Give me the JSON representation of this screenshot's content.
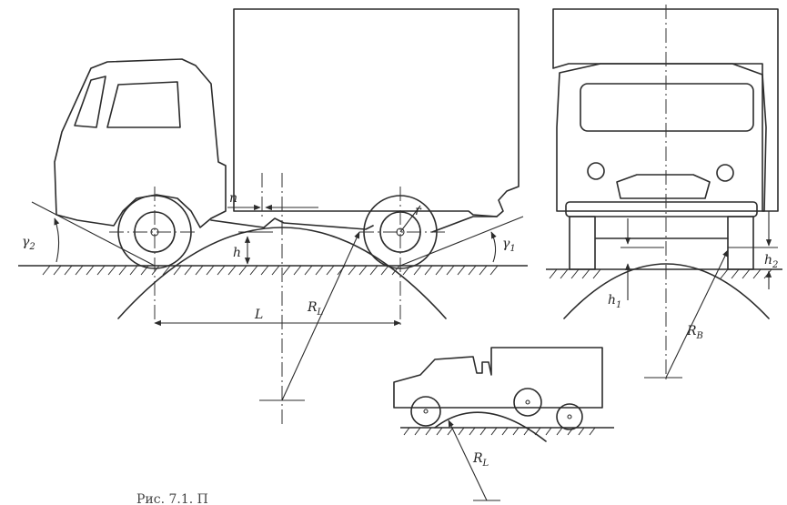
{
  "labels": {
    "gamma2": "γ",
    "gamma2_sub": "2",
    "gamma1": "γ",
    "gamma1_sub": "1",
    "n": "n",
    "r": "r",
    "h": "h",
    "L": "L",
    "RL": "R",
    "RL_sub": "L",
    "h1": "h",
    "h1_sub": "1",
    "h2": "h",
    "h2_sub": "2",
    "RB": "R",
    "RB_sub": "B",
    "RL2": "R",
    "RL2_sub": "L"
  },
  "caption": "Рис. 7.1. П"
}
